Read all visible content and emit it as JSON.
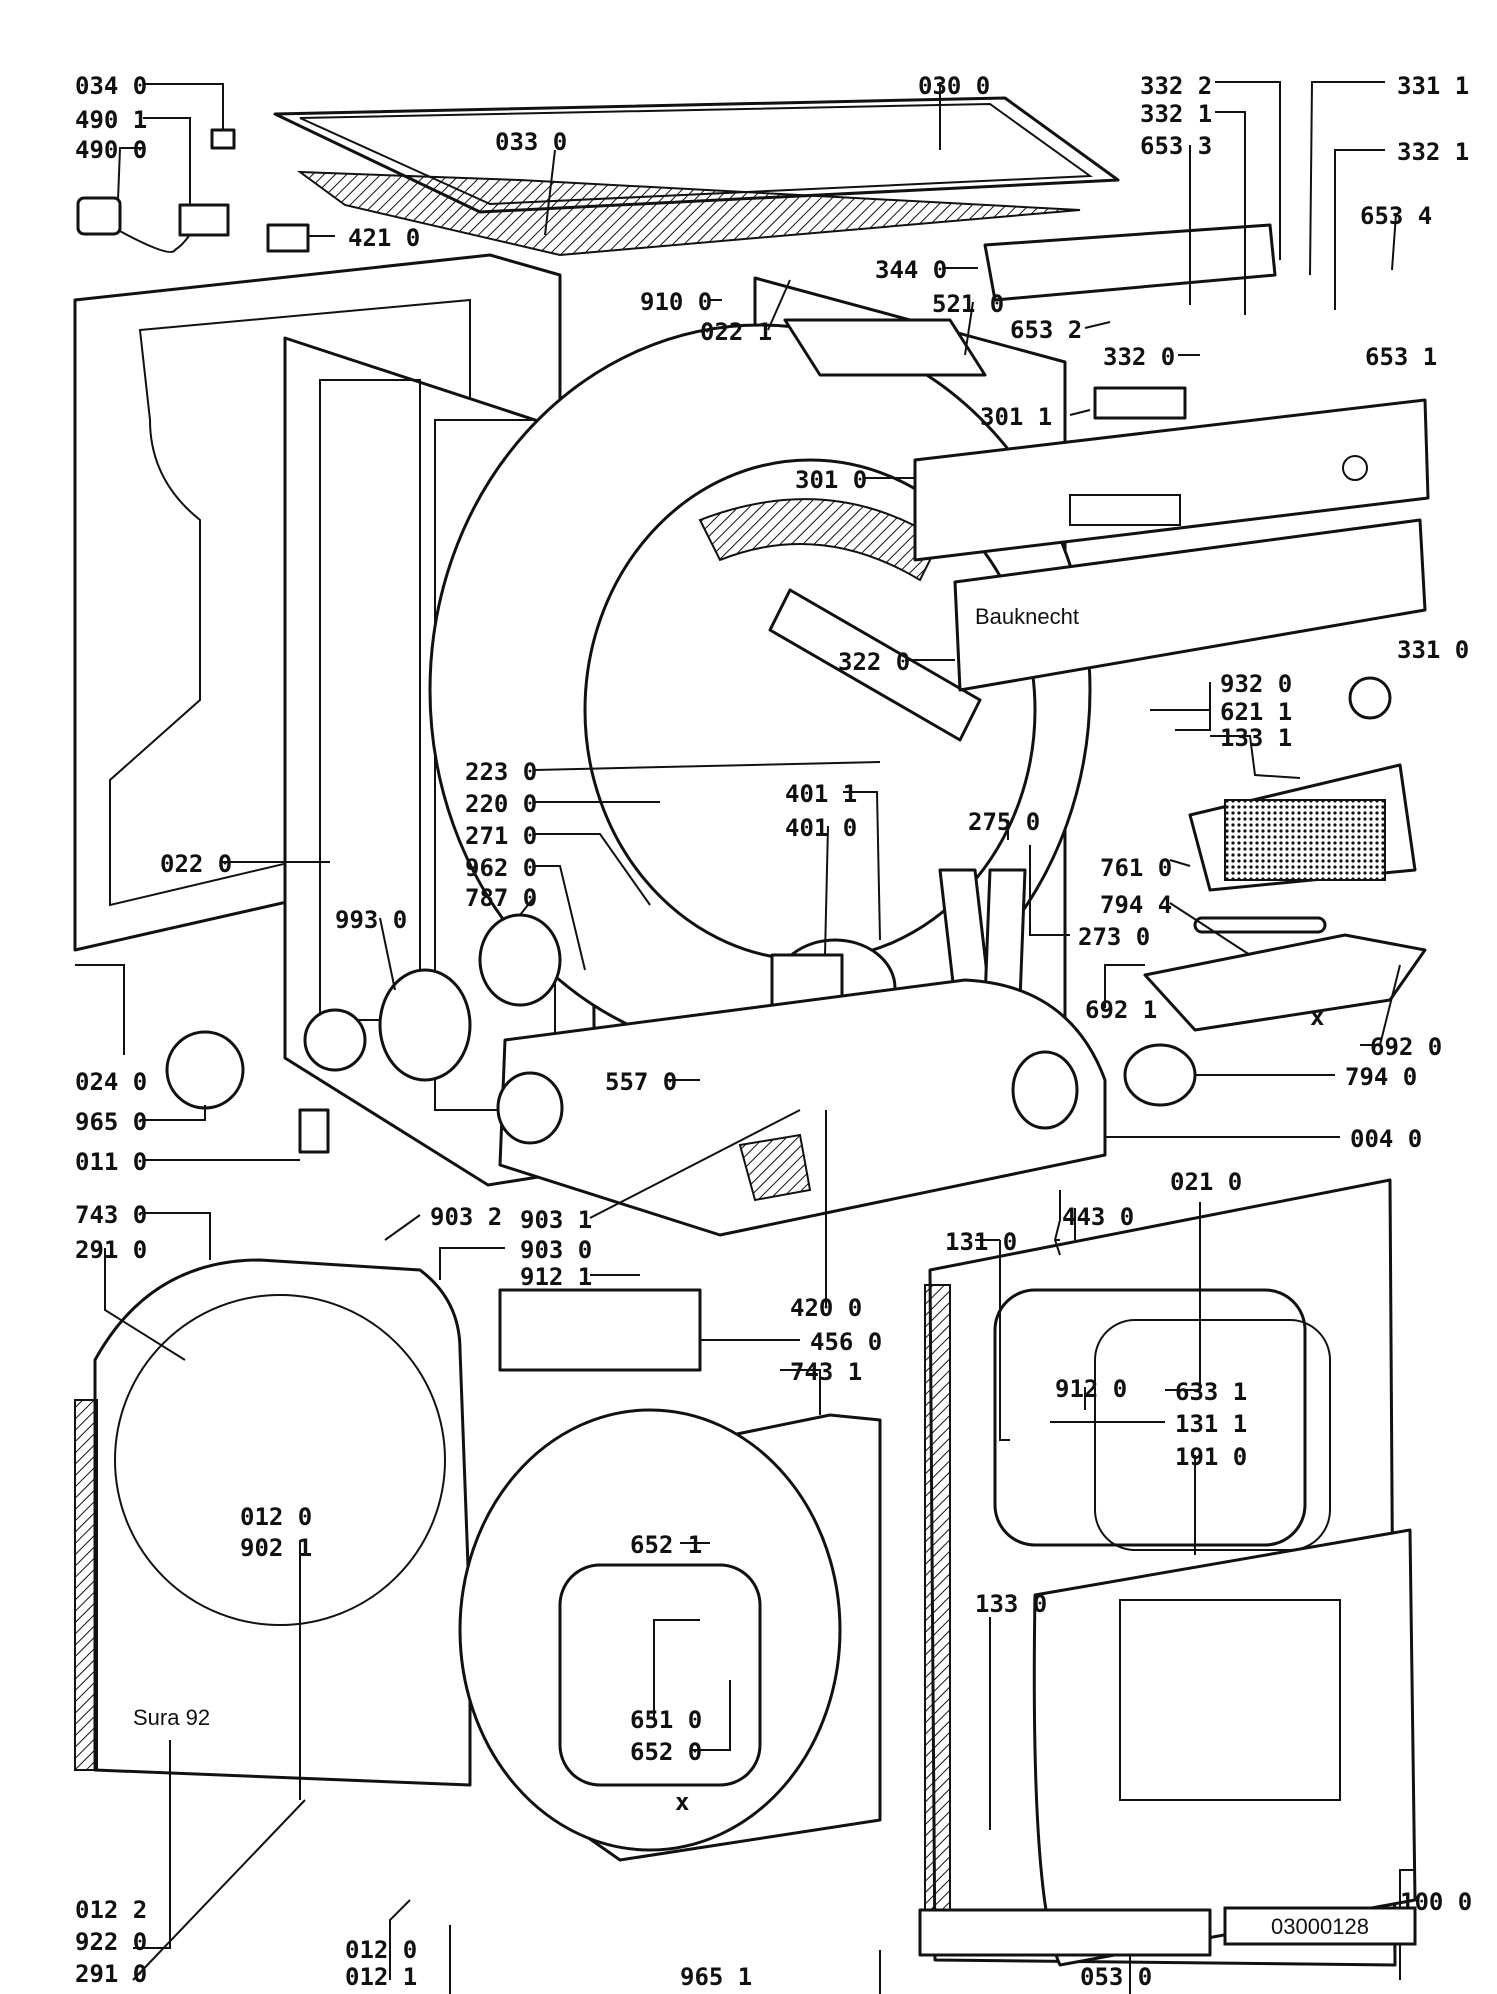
{
  "reference_number": "03000128",
  "labels": {
    "l0340": "034 0",
    "l4901": "490 1",
    "l4900": "490 0",
    "l4210": "421 0",
    "l0300": "030 0",
    "l0330": "033 0",
    "l3322a": "332 2",
    "l3321a": "332 1",
    "l6533": "653 3",
    "l3311": "331 1",
    "l3321b": "332 1",
    "l6534": "653 4",
    "l3440": "344 0",
    "l9100": "910 0",
    "l0221": "022 1",
    "l5210": "521 0",
    "l6532": "653 2",
    "l3320": "332 0",
    "l6531": "653 1",
    "l3011": "301 1",
    "l3010": "301 0",
    "l3220": "322 0",
    "l3310": "331 0",
    "l9320": "932 0",
    "l6211": "621 1",
    "l1331": "133 1",
    "l2230": "223 0",
    "l2200": "220 0",
    "l2710": "271 0",
    "l9620": "962 0",
    "l7870": "787 0",
    "l4011": "401 1",
    "l4010": "401 0",
    "l2750": "275 0",
    "l2730": "273 0",
    "l0220": "022 0",
    "l9930": "993 0",
    "l7610": "761 0",
    "l7944a": "794 4",
    "l6921": "692 1",
    "l6920": "692 0",
    "l7940": "794 0",
    "l0240": "024 0",
    "l9650": "965 0",
    "l0110": "011 0",
    "l5570": "557 0",
    "l0040": "004 0",
    "l7430": "743 0",
    "l2910a": "291 0",
    "l9032": "903 2",
    "l9031": "903 1",
    "l9030": "903 0",
    "l9121": "912 1",
    "l4430": "443 0",
    "l0210": "021 0",
    "l1310": "131 0",
    "l4200": "420 0",
    "l4560": "456 0",
    "l7431": "743 1",
    "l9120": "912 0",
    "l6331": "633 1",
    "l1311": "131 1",
    "l1910": "191 0",
    "l0120a": "012 0",
    "l9021": "902 1",
    "l6521": "652 1",
    "l1330": "133 0",
    "l6510": "651 0",
    "l6520": "652 0",
    "l0122": "012 2",
    "l9220": "922 0",
    "l2910b": "291 0",
    "l0120b": "012 0",
    "l0121": "012 1",
    "l9651": "965 1",
    "l0530": "053 0",
    "l1000": "100 0",
    "x1": "x",
    "x2": "x",
    "brand": "Bauknecht",
    "brand2": "Sura 92"
  }
}
